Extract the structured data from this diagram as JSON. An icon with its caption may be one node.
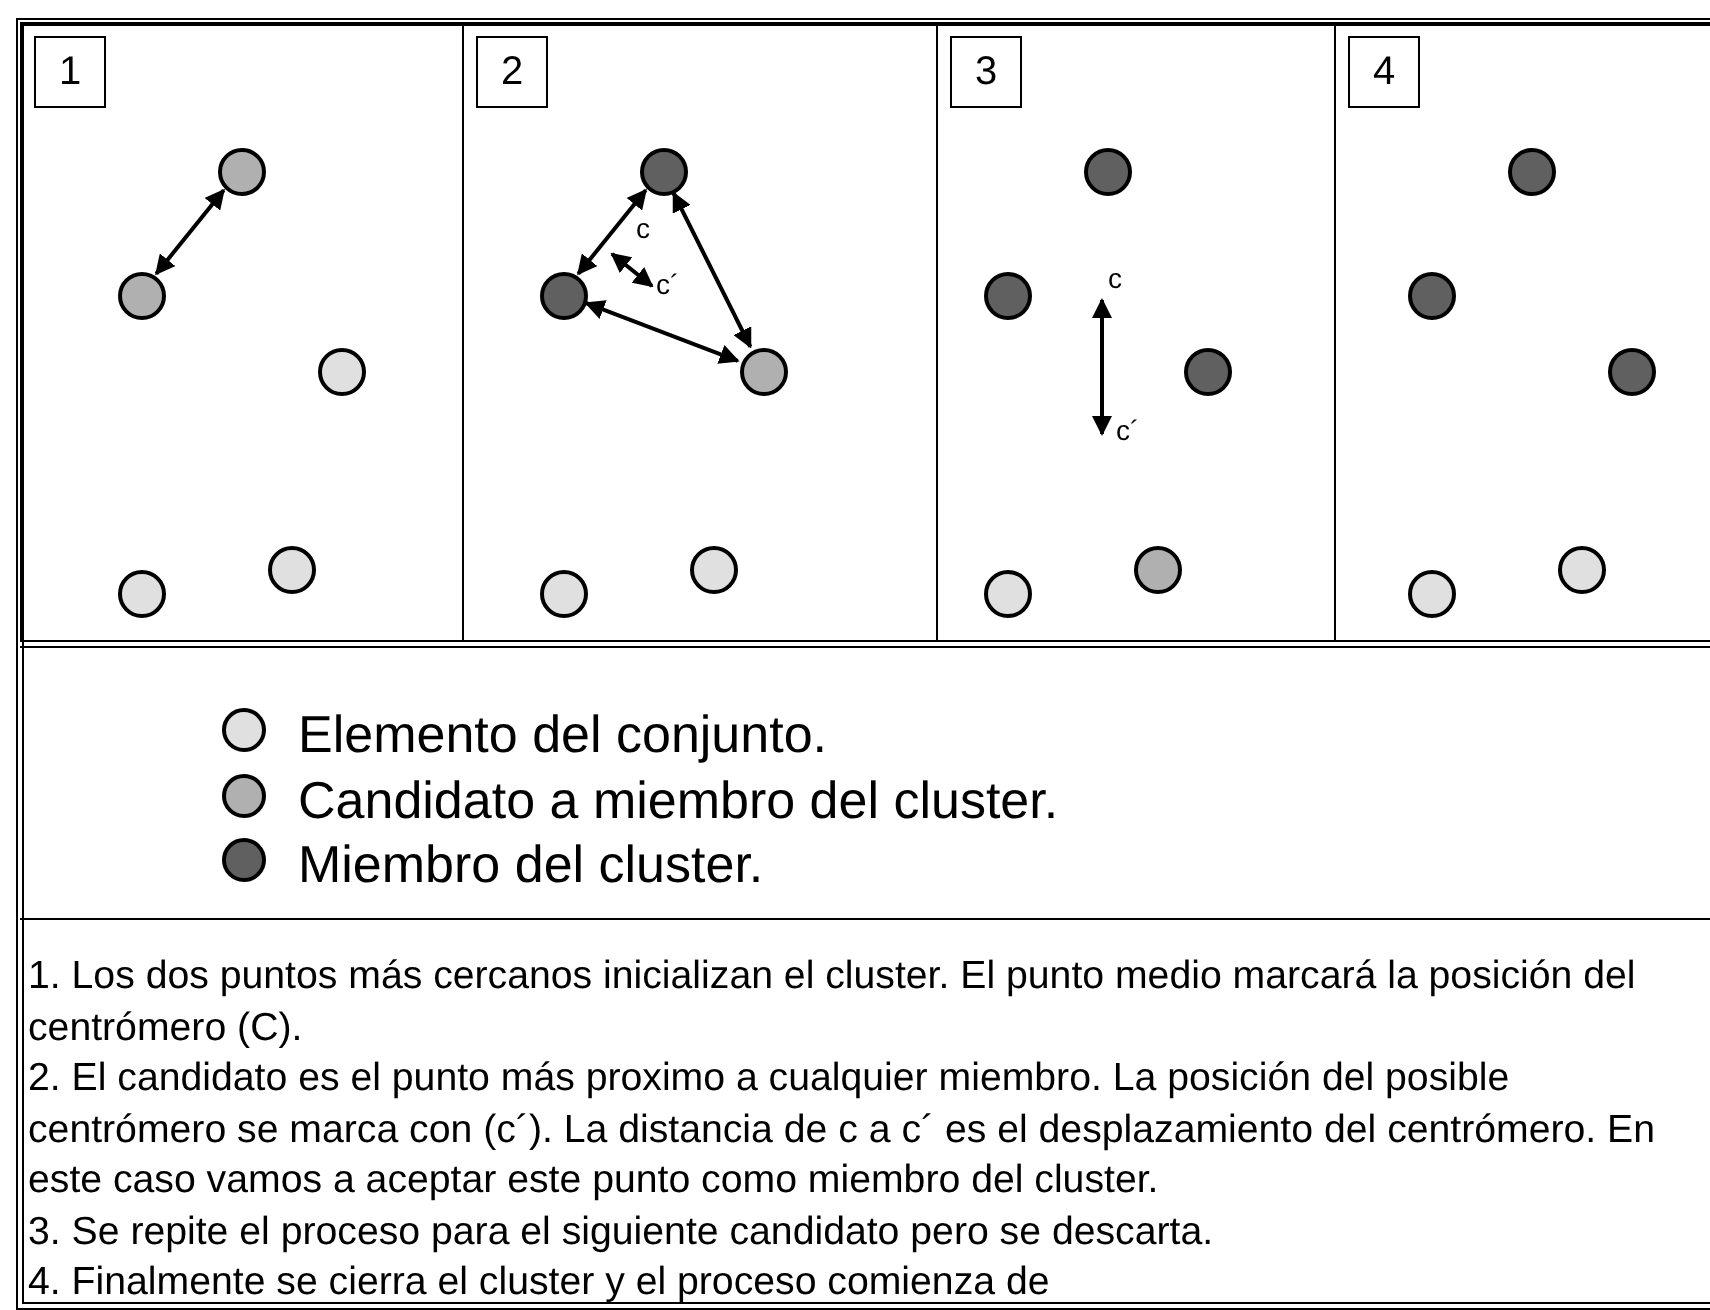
{
  "diagram": {
    "nodes": [
      {
        "text": [
          "1"
        ]
      },
      {
        "text": [],
        "shape": "circle",
        "in": 0
      },
      {
        "text": [],
        "shape": "circle",
        "in": 0
      },
      {
        "text": [],
        "shape": "circle",
        "in": 0
      },
      {
        "text": [],
        "shape": "circle",
        "in": 0
      },
      {
        "text": [],
        "shape": "circle",
        "in": 0
      },
      {
        "text": [
          "2"
        ]
      },
      {
        "text": [],
        "shape": "circle",
        "in": 6
      },
      {
        "text": [],
        "shape": "circle",
        "in": 6
      },
      {
        "text": [],
        "shape": "circle",
        "in": 6
      },
      {
        "text": [],
        "shape": "circle",
        "in": 6
      },
      {
        "text": [],
        "shape": "circle",
        "in": 6
      },
      {
        "text": [
          "3"
        ]
      },
      {
        "text": [],
        "shape": "circle",
        "in": 12
      },
      {
        "text": [],
        "shape": "circle",
        "in": 12
      },
      {
        "text": [],
        "shape": "circle",
        "in": 12
      },
      {
        "text": [],
        "shape": "circle",
        "in": 12
      },
      {
        "text": [],
        "shape": "circle",
        "in": 12
      },
      {
        "text": [
          "4"
        ]
      },
      {
        "text": [],
        "shape": "circle",
        "in": 18
      },
      {
        "text": [],
        "shape": "circle",
        "in": 18
      },
      {
        "text": [],
        "shape": "circle",
        "in": 18
      },
      {
        "text": [],
        "shape": "circle",
        "in": 18
      },
      {
        "text": [],
        "shape": "circle",
        "in": 18
      }
    ],
    "edges": [
      {
        "from": 1,
        "to": 2,
        "arrow": "both"
      },
      {
        "from": 7,
        "to": 8,
        "arrow": "both"
      },
      {
        "from": 7,
        "to": 9,
        "arrow": "both"
      },
      {
        "from": 8,
        "to": 9,
        "arrow": "both"
      }
    ],
    "labels": [
      "c",
      "c´",
      "c",
      "c´",
      "1. Los dos puntos más cercanos inicializan el cluster. El punto medio marcará la posición del centrómero (C).",
      "2. El candidato es el punto más proximo a cualquier miembro. La posición del posible centrómero se marca con (c´). La distancia de c a c´ es el desplazamiento del centrómero. En este caso vamos a aceptar este punto como miembro del cluster.",
      "3. Se repite el proceso para el siguiente candidato pero se descarta.",
      "4. Finalmente se cierra el cluster y el proceso comienza de"
    ],
    "legend": [
      {
        "text": "Elemento del conjunto.",
        "color": "#e0e0e0"
      },
      {
        "text": "Candidato a miembro del cluster.",
        "color": "#b0b0b0"
      },
      {
        "text": "Miembro del cluster.",
        "color": "#606060"
      }
    ]
  }
}
